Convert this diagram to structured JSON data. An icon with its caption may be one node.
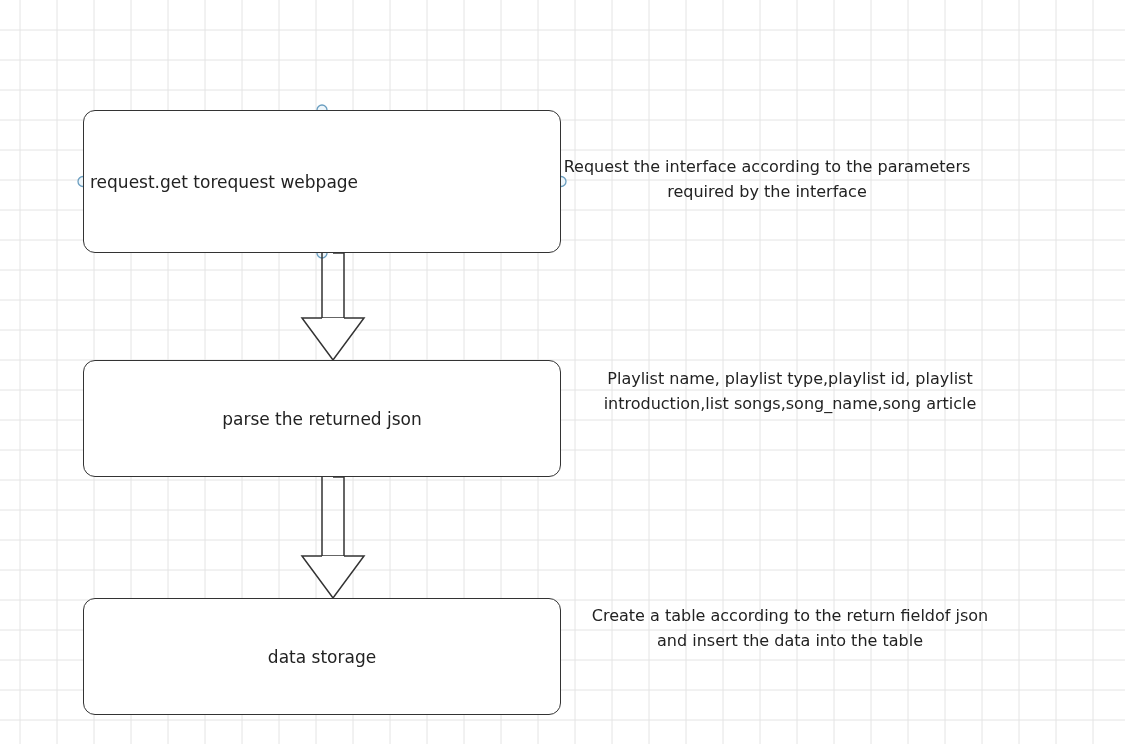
{
  "diagram": {
    "nodes": [
      {
        "text": [
          "request.get torequest webpage"
        ],
        "beside": [
          "Request the interface according to the parameters required by the interface"
        ]
      },
      {
        "text": [
          "parse the returned json"
        ],
        "beside": [
          "Playlist name, playlist type,playlist id, playlist introduction,list songs,song_name,song article"
        ]
      },
      {
        "text": [
          "data storage"
        ],
        "beside": [
          "Create a table according to the return fieldof json and insert the data into the table"
        ]
      }
    ],
    "edges": [
      {
        "from": 0,
        "to": 1,
        "arrow": "to"
      },
      {
        "from": 1,
        "to": 2,
        "arrow": "to"
      }
    ]
  }
}
